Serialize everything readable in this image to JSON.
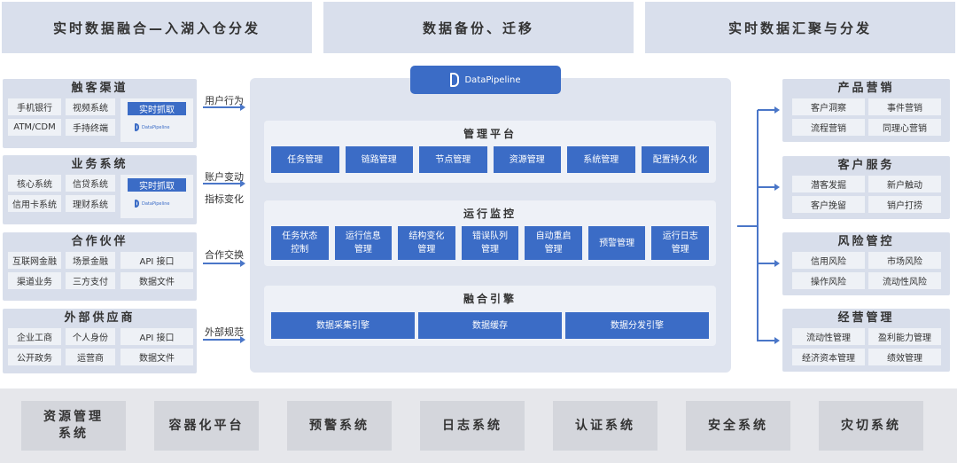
{
  "banners": [
    "实时数据融合—入湖入仓分发",
    "数据备份、迁移",
    "实时数据汇聚与分发"
  ],
  "logo_text": "DataPipeline",
  "left_groups": [
    {
      "title": "触客渠道",
      "items": [
        "手机银行",
        "视频系统",
        "ATM/CDM",
        "手持终端"
      ],
      "capture": {
        "button": "实时抓取",
        "logo": "DataPipeline"
      }
    },
    {
      "title": "业务系统",
      "items": [
        "核心系统",
        "信贷系统",
        "信用卡系统",
        "理财系统"
      ],
      "capture": {
        "button": "实时抓取",
        "logo": "DataPipeline"
      }
    },
    {
      "title": "合作伙伴",
      "items": [
        "互联网金融",
        "场景金融",
        "API 接口",
        "渠道业务",
        "三方支付",
        "数据文件"
      ]
    },
    {
      "title": "外部供应商",
      "items": [
        "企业工商",
        "个人身份",
        "API 接口",
        "公开政务",
        "运营商",
        "数据文件"
      ]
    }
  ],
  "flow_labels": [
    "用户行为",
    "账户变动",
    "指标变化",
    "合作交换",
    "外部规范"
  ],
  "center_sections": [
    {
      "title": "管理平台",
      "buttons": [
        "任务管理",
        "链路管理",
        "节点管理",
        "资源管理",
        "系统管理",
        "配置持久化"
      ]
    },
    {
      "title": "运行监控",
      "buttons": [
        "任务状态\n控制",
        "运行信息\n管理",
        "结构变化\n管理",
        "错误队列\n管理",
        "自动重启\n管理",
        "预警管理",
        "运行日志\n管理"
      ]
    },
    {
      "title": "融合引擎",
      "buttons": [
        "数据采集引擎",
        "数据缓存",
        "数据分发引擎"
      ]
    }
  ],
  "right_groups": [
    {
      "title": "产品营销",
      "items": [
        "客户洞察",
        "事件营销",
        "流程营销",
        "同理心营销"
      ]
    },
    {
      "title": "客户服务",
      "items": [
        "潜客发掘",
        "新户触动",
        "客户挽留",
        "销户打捞"
      ]
    },
    {
      "title": "风险管控",
      "items": [
        "信用风险",
        "市场风险",
        "操作风险",
        "流动性风险"
      ]
    },
    {
      "title": "经营管理",
      "items": [
        "流动性管理",
        "盈利能力管理",
        "经济资本管理",
        "绩效管理"
      ]
    }
  ],
  "bottom_systems": [
    "资源管理\n系统",
    "容器化平台",
    "预警系统",
    "日志系统",
    "认证系统",
    "安全系统",
    "灾切系统"
  ],
  "colors": {
    "accent": "#3b6cc6",
    "panel": "#d8deeb",
    "item": "#eef1f6"
  }
}
